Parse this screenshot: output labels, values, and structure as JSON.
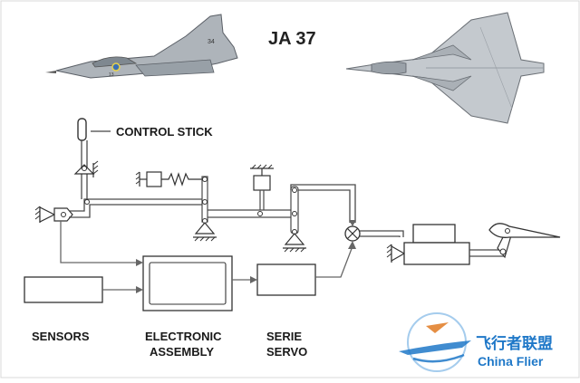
{
  "figure": {
    "title": "JA 37"
  },
  "labels": {
    "control_stick": "CONTROL STICK",
    "sensors": "SENSORS",
    "electronic_1": "ELECTRONIC",
    "electronic_2": "ASSEMBLY",
    "serie_1": "SERIE",
    "serie_2": "SERVO"
  },
  "aircraft": {
    "side_markings": "34",
    "roundel_number": "13"
  },
  "watermark": {
    "cn_text": "飞行者联盟",
    "en_text": "China Flier"
  },
  "colors": {
    "line": "#4a4a4a",
    "rod_fill": "#f1f1f1",
    "aircraft": "#b9bec4",
    "watermark_blue": "#1f78c8"
  }
}
